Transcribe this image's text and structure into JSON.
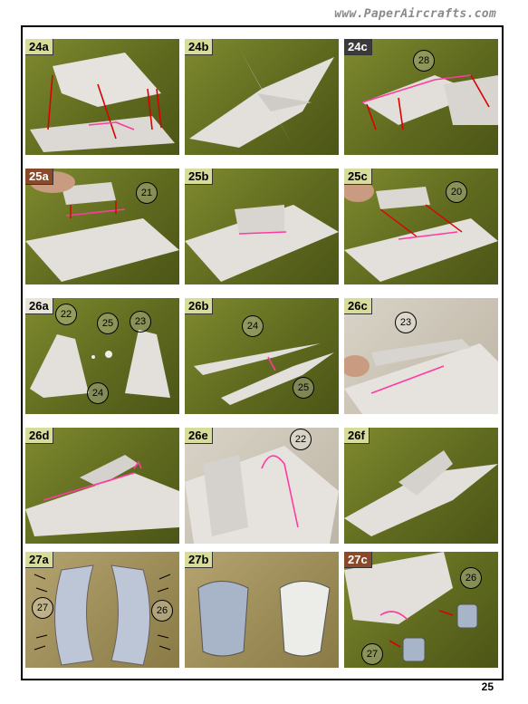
{
  "header": {
    "site_url": "www.PaperAircrafts.com"
  },
  "footer": {
    "page_number": "25"
  },
  "steps": [
    {
      "label": "24a",
      "callout": ""
    },
    {
      "label": "24b",
      "callout": ""
    },
    {
      "label": "24c",
      "callout": "28"
    },
    {
      "label": "25a",
      "callout": "21"
    },
    {
      "label": "25b",
      "callout": ""
    },
    {
      "label": "25c",
      "callout": "20"
    },
    {
      "label": "26a",
      "callouts": [
        "22",
        "25",
        "23",
        "24"
      ]
    },
    {
      "label": "26b",
      "callouts": [
        "24",
        "25"
      ]
    },
    {
      "label": "26c",
      "callout": "23"
    },
    {
      "label": "26d",
      "callout": ""
    },
    {
      "label": "26e",
      "callout": "22"
    },
    {
      "label": "26f",
      "callout": ""
    },
    {
      "label": "27a",
      "callouts": [
        "27",
        "26"
      ]
    },
    {
      "label": "27b",
      "callout": ""
    },
    {
      "label": "27c",
      "callouts": [
        "26",
        "27"
      ]
    }
  ]
}
